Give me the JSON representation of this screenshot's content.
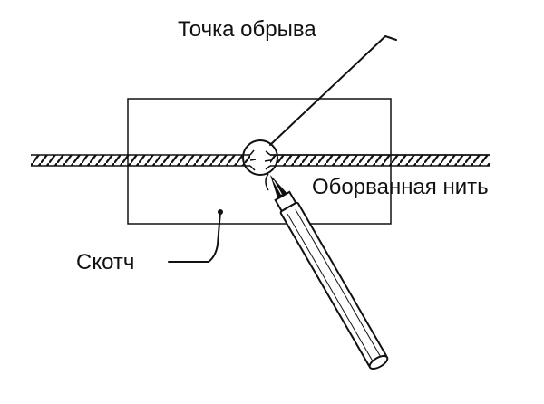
{
  "labels": {
    "break_point": "Точка обрыва",
    "broken_thread": "Оборванная нить",
    "tape": "Скотч"
  },
  "colors": {
    "ink": "#111111",
    "background": "#ffffff"
  }
}
